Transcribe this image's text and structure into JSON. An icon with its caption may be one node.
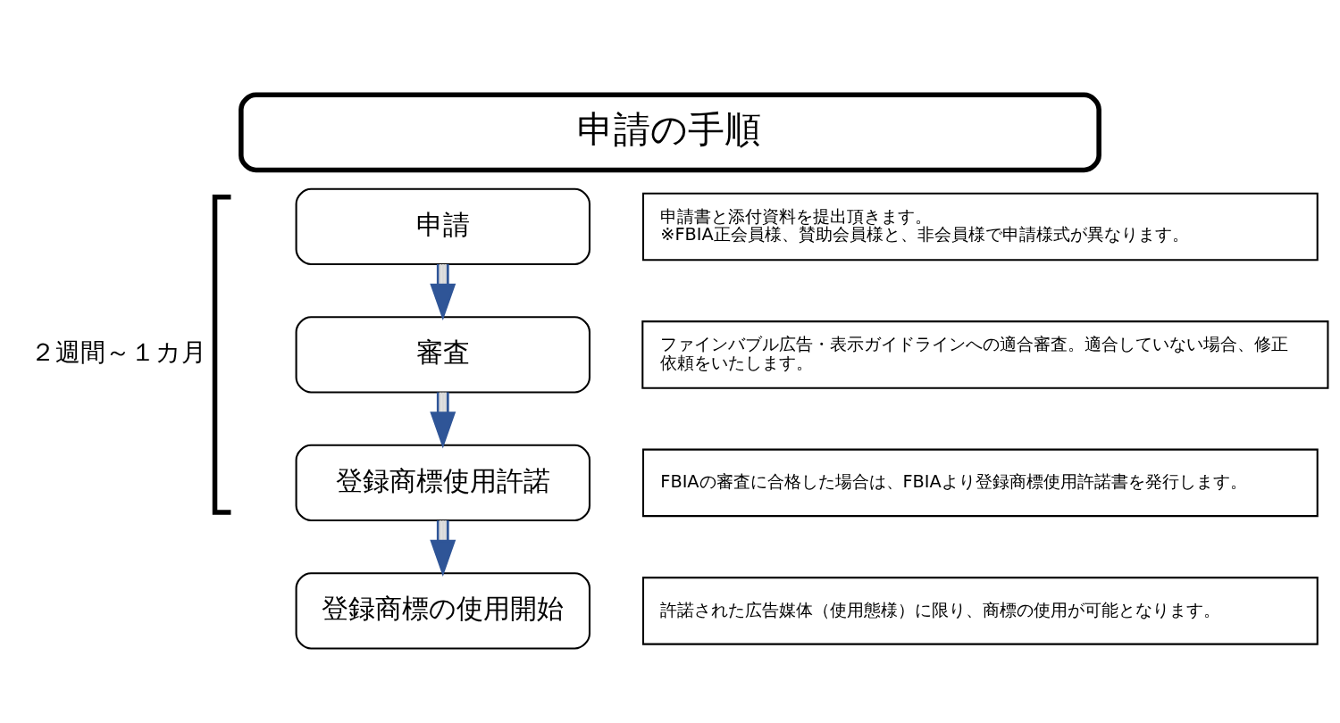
{
  "diagram": {
    "title": "申請の手順",
    "nodes": [
      {
        "text": [
          "申請"
        ]
      },
      {
        "text": [
          "申請書と添付資料を提出頂きます。",
          "※FBIA正会員様、賛助会員様と、非会員様で申請様式が異なります。"
        ]
      },
      {
        "text": [
          "審査"
        ]
      },
      {
        "text": [
          "ファインバブル広告・表示ガイドラインへの適合審査。適合していない場合、修正依頼をいたします。"
        ]
      },
      {
        "text": [
          "登録商標使用許諾"
        ]
      },
      {
        "text": [
          "FBIAの審査に合格した場合は、FBIAより登録商標使用許諾書を発行します。"
        ]
      },
      {
        "text": [
          "登録商標の使用開始"
        ]
      },
      {
        "text": [
          "許諾された広告媒体（使用態様）に限り、商標の使用が可能となります。"
        ]
      }
    ],
    "edges": [
      {
        "from": 0,
        "to": 2,
        "arrow": "to"
      },
      {
        "from": 2,
        "to": 4,
        "arrow": "to"
      },
      {
        "from": 4,
        "to": 6,
        "arrow": "to"
      }
    ],
    "labels": [
      "２週間～１カ月"
    ]
  }
}
